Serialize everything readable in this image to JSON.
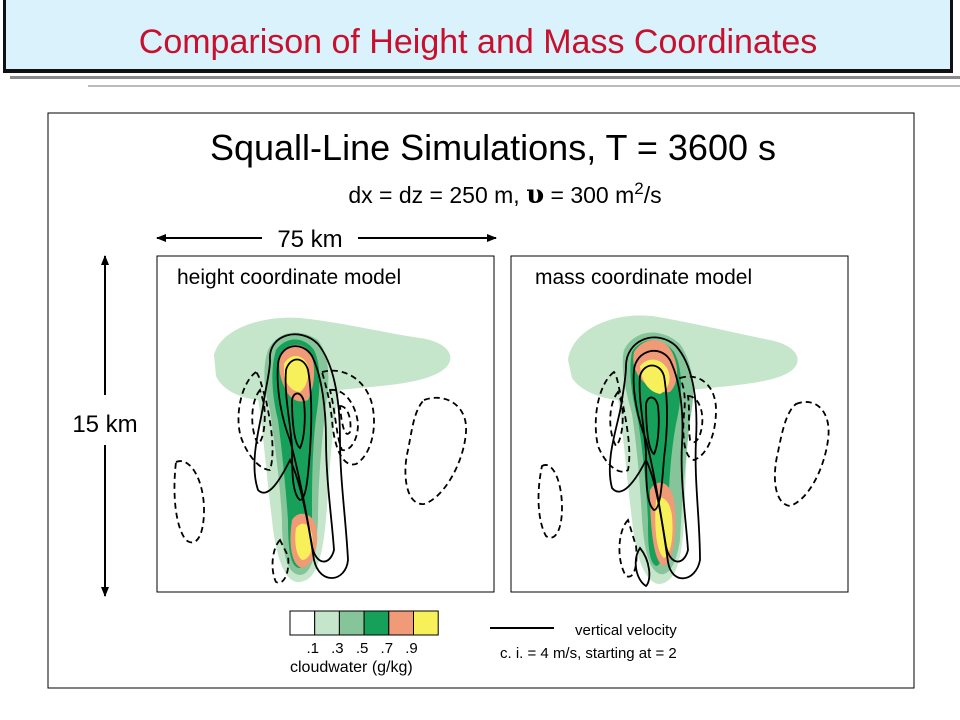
{
  "slide": {
    "title": "Comparison of Height and Mass Coordinates"
  },
  "figure": {
    "title": "Squall-Line Simulations, T = 3600 s",
    "subtitle_prefix": "dx = dz = 250 m, ",
    "nu_symbol": "υ",
    "subtitle_mid": " = 300 m",
    "subtitle_sup": "2",
    "subtitle_suffix": "/s",
    "horizontal_scale": "75 km",
    "vertical_scale": "15 km",
    "panels": [
      {
        "label": "height coordinate model"
      },
      {
        "label": "mass coordinate model"
      }
    ],
    "colorbar": {
      "ticks": [
        ".1",
        ".3",
        ".5",
        ".7",
        ".9"
      ],
      "colors": [
        "#ffffff",
        "#c6e6cc",
        "#86c49a",
        "#16a05a",
        "#f09a78",
        "#f8f05a"
      ],
      "label": "cloudwater (g/kg)"
    },
    "legend": {
      "line_label": "vertical velocity",
      "contour_info": "c. i. = 4 m/s, starting at = 2"
    }
  }
}
